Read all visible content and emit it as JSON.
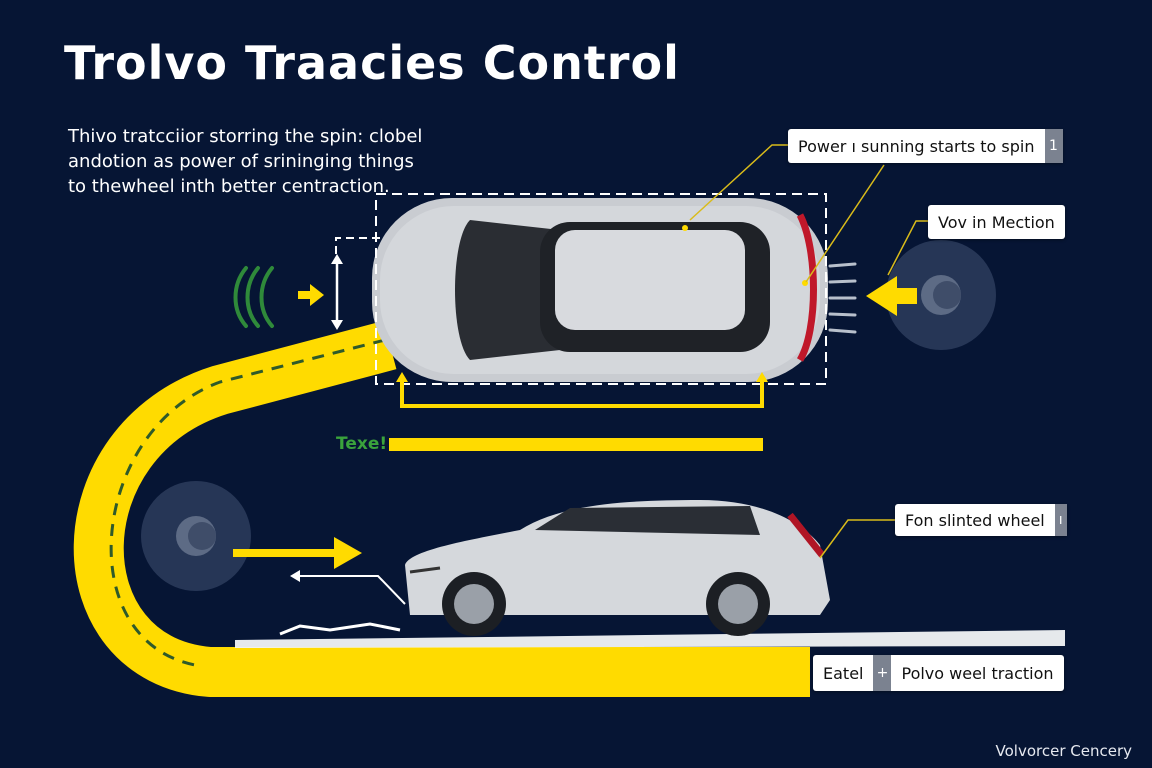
{
  "header": {
    "title": "Trolvo Traacies Control"
  },
  "intro": {
    "lines": [
      "Thivo tratcciior storring the spin: clobel",
      "andotion as power of srininging things",
      "to thewheel inth better centraction."
    ]
  },
  "callouts": {
    "power_spin": {
      "label": "Power ı sunning starts to spin",
      "tab": "1"
    },
    "vov_mection": {
      "label": "Vov in Mection"
    },
    "slinted_wheel": {
      "label": "Fon slinted wheel",
      "tab": "ı"
    },
    "traction": {
      "left_label": "Eatel",
      "separator": "+",
      "label": "Polvo weel traction"
    }
  },
  "bar": {
    "label": "Texe!"
  },
  "footer": {
    "brand": "Volvorcer Cencery"
  },
  "colors": {
    "background": "#061534",
    "accent_yellow": "#ffdb00",
    "accent_green": "#3aa33c",
    "car_silver": "#c9ccd1",
    "wheel_disc": "#2a3a5a"
  },
  "icons": {
    "signal": "signal-waves-icon",
    "arrow_right": "arrow-right-icon",
    "arrow_left": "arrow-left-icon",
    "vertical_double_arrow": "double-arrow-vertical-icon",
    "wheel": "wheel-icon"
  }
}
